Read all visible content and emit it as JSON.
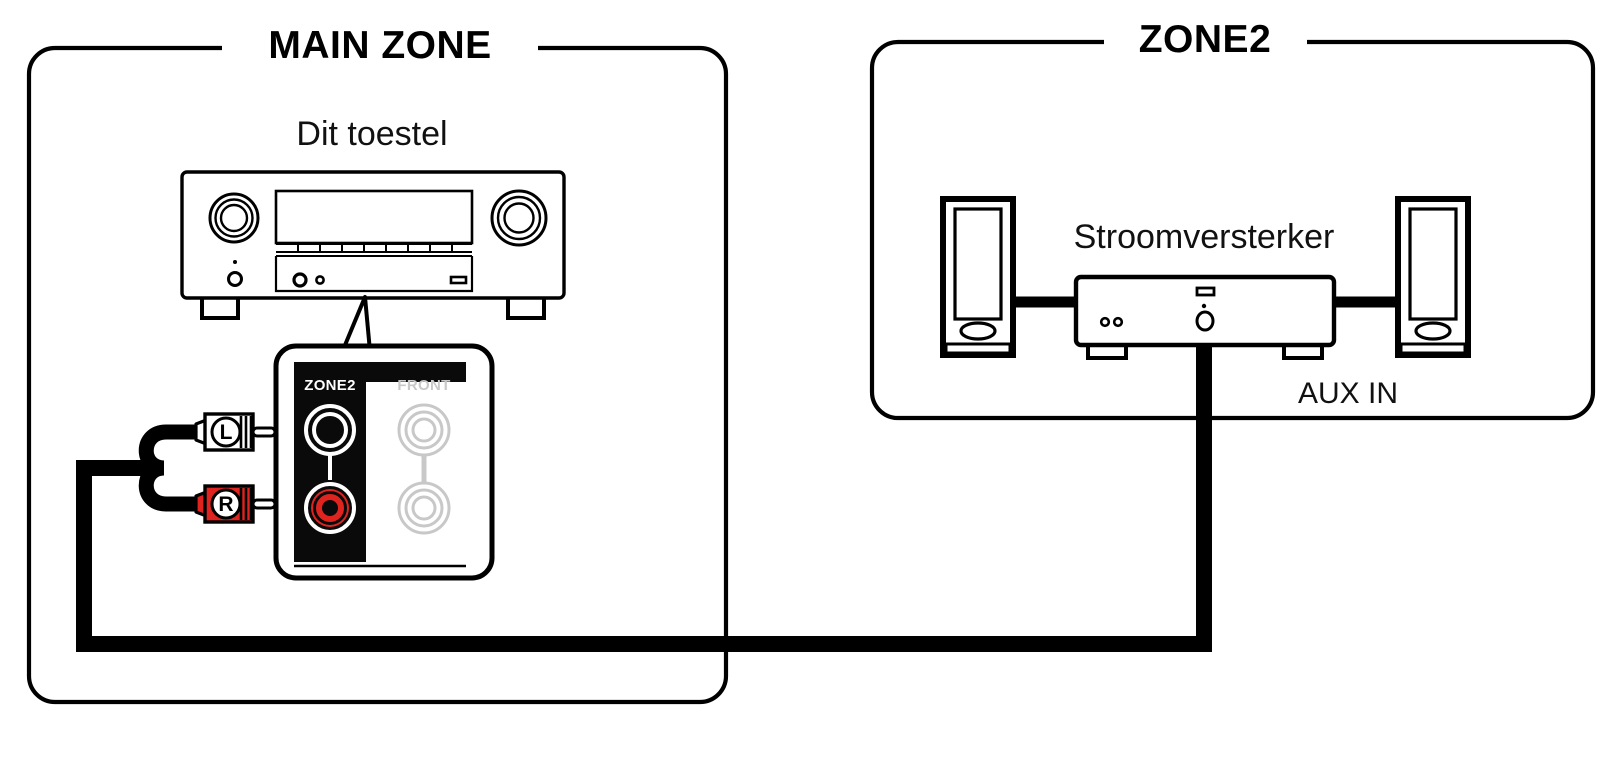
{
  "diagram": {
    "title_main_zone": "MAIN ZONE",
    "title_zone2": "ZONE2",
    "device_main": "Dit toestel",
    "device_zone2": "Stroomversterker",
    "aux_in_label": "AUX IN",
    "panel": {
      "jack_group_active": "ZONE2",
      "jack_group_inactive": "FRONT",
      "plug_left_label": "L",
      "plug_right_label": "R"
    },
    "colors": {
      "line": "#000000",
      "red": "#DF2420",
      "grey_inactive": "#C8C8C8",
      "panel_black": "#0A0A0A",
      "cable": "#000000",
      "background": "#FFFFFF"
    }
  }
}
